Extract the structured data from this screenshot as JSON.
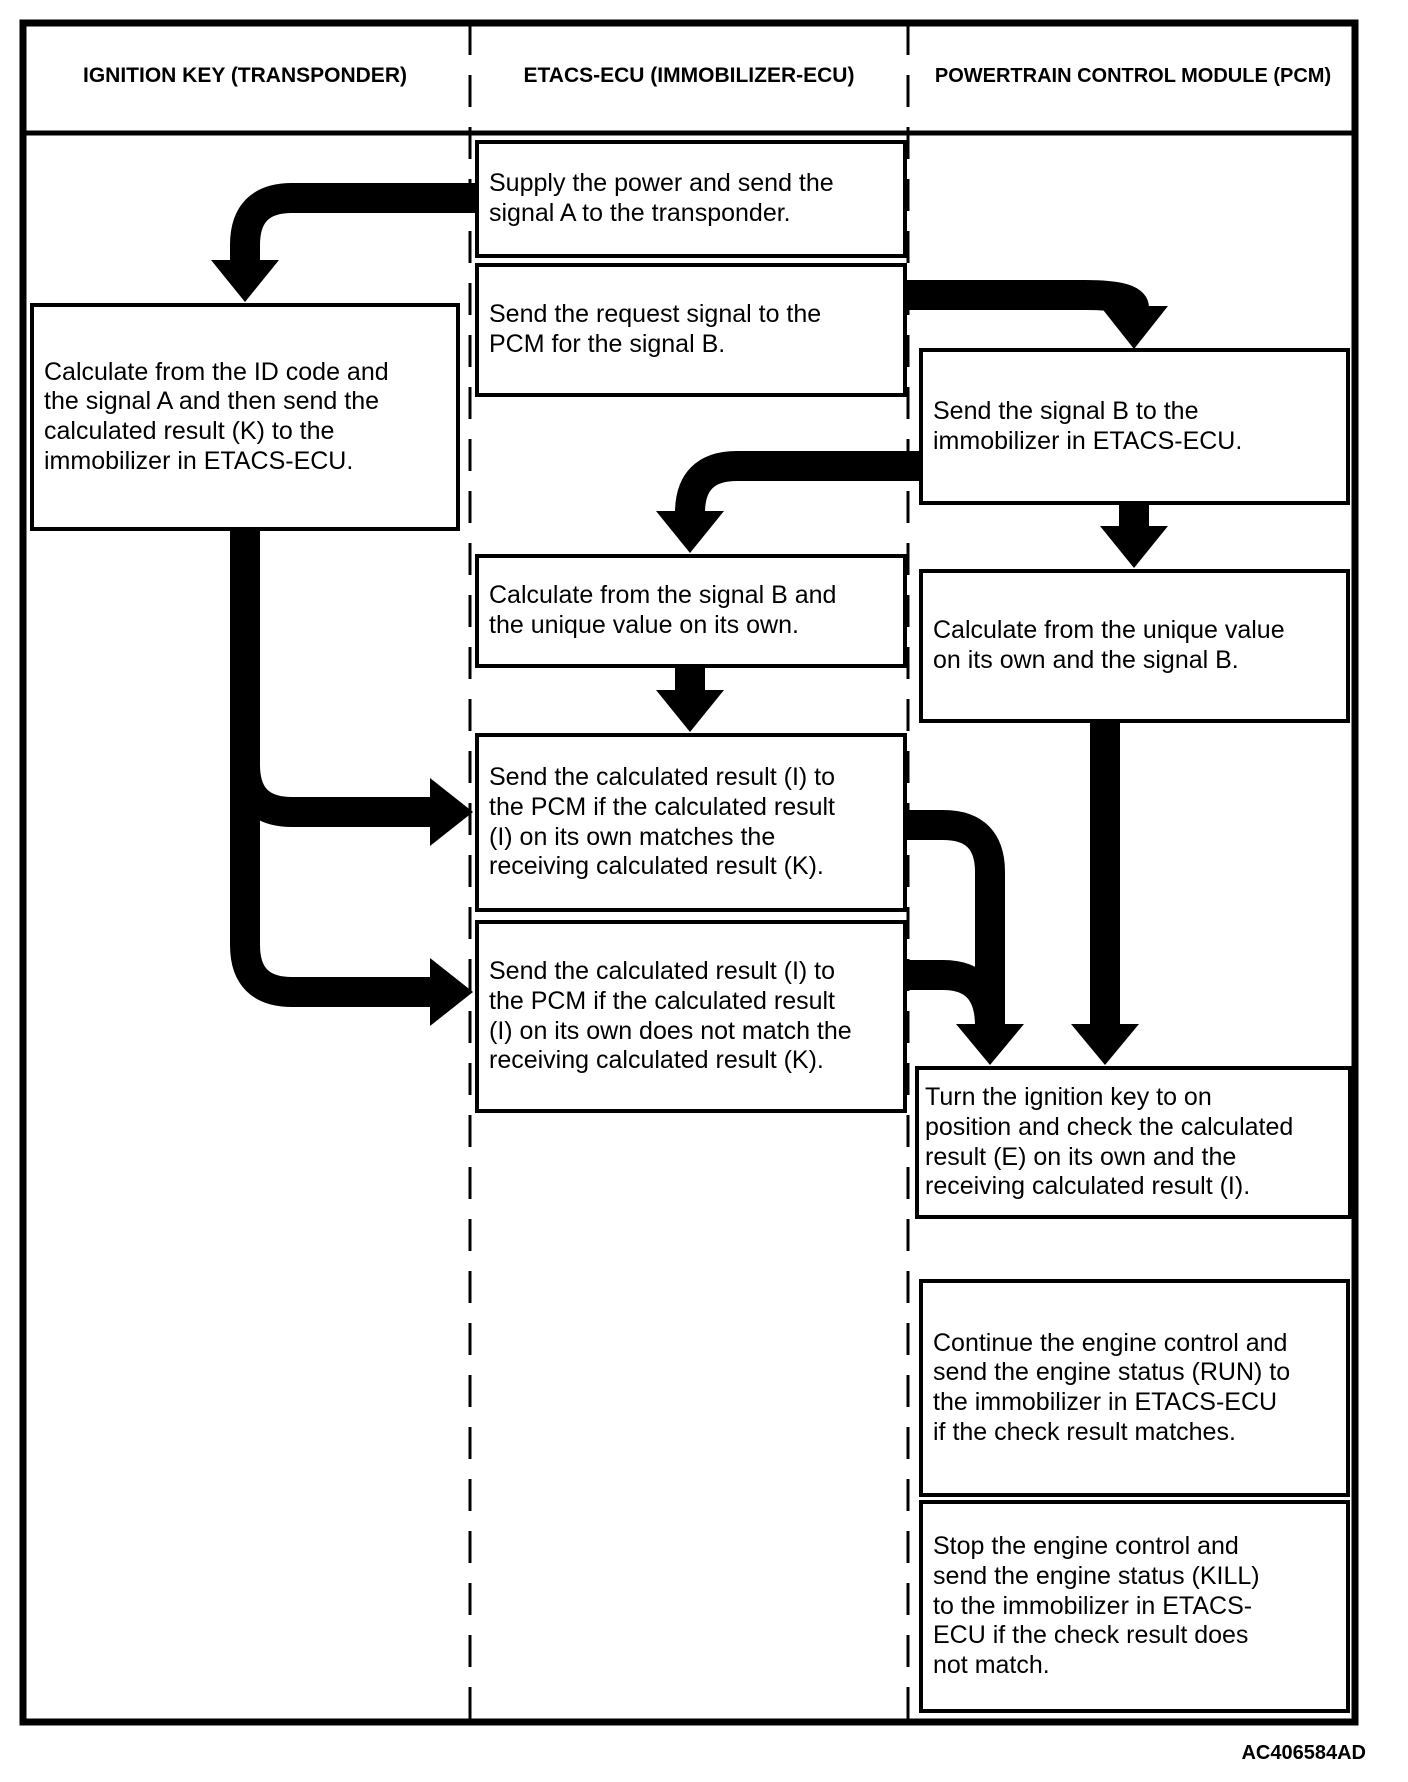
{
  "diagram": {
    "columns": [
      {
        "id": "ignition_key",
        "header": "IGNITION KEY (TRANSPONDER)"
      },
      {
        "id": "etacs_ecu",
        "header": "ETACS-ECU (IMMOBILIZER-ECU)"
      },
      {
        "id": "pcm",
        "header": "POWERTRAIN CONTROL MODULE (PCM)"
      }
    ],
    "boxes": {
      "ignition_calculate": "Calculate from the ID code and\nthe signal A and then send the\ncalculated result (K) to the\nimmobilizer in ETACS-ECU.",
      "etacs_supply_power": "Supply the power and send the\nsignal A to the transponder.",
      "etacs_send_request": "Send the request signal to the\nPCM for the signal B.",
      "etacs_calculate_signal_b": "Calculate from the signal B and\nthe unique value on its own.",
      "etacs_send_match": "Send the calculated result (I) to\nthe PCM if the calculated result\n(I) on its own matches the\nreceiving calculated result (K).",
      "etacs_send_no_match": "Send the calculated result (I) to\nthe PCM if the calculated result\n(I) on its own does not match the\nreceiving calculated result (K).",
      "pcm_send_signal_b": "Send the signal B to the\nimmobilizer in ETACS-ECU.",
      "pcm_calculate_unique": "Calculate from the unique value\non its own and the signal B.",
      "pcm_turn_ignition": "Turn the ignition key to on\nposition and check the calculated\nresult (E) on its own and the\nreceiving calculated result (I).",
      "pcm_continue_engine": "Continue the engine control and\nsend the engine status (RUN) to\nthe immobilizer in ETACS-ECU\nif the check result matches.",
      "pcm_stop_engine": "Stop the engine control and\nsend the engine status (KILL)\nto the immobilizer in ETACS-\nECU if the check result does\nnot match."
    },
    "figure_code": "AC406584AD",
    "colors": {
      "line": "#000000",
      "background": "#ffffff"
    }
  }
}
